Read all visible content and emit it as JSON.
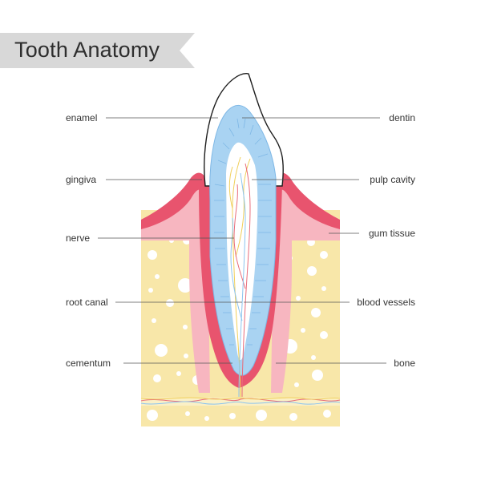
{
  "title": "Tooth Anatomy",
  "labels": {
    "enamel": "enamel",
    "gingiva": "gingiva",
    "nerve": "nerve",
    "root_canal": "root canal",
    "cementum": "cementum",
    "dentin": "dentin",
    "pulp_cavity": "pulp cavity",
    "gum_tissue": "gum tissue",
    "blood_vessels": "blood vessels",
    "bone": "bone"
  },
  "colors": {
    "banner": "#d8d8d8",
    "bone": "#f8e7a9",
    "bone_light": "#fbf0c6",
    "gum": "#f7b6c0",
    "gum_dark": "#e8546e",
    "dentin": "#a9d3f2",
    "dentin_dark": "#7fb8e6",
    "nerve_yellow": "#f0cf5a",
    "vessel_red": "#e86c7a",
    "vessel_blue": "#8cc4ee",
    "leader": "#555555"
  }
}
